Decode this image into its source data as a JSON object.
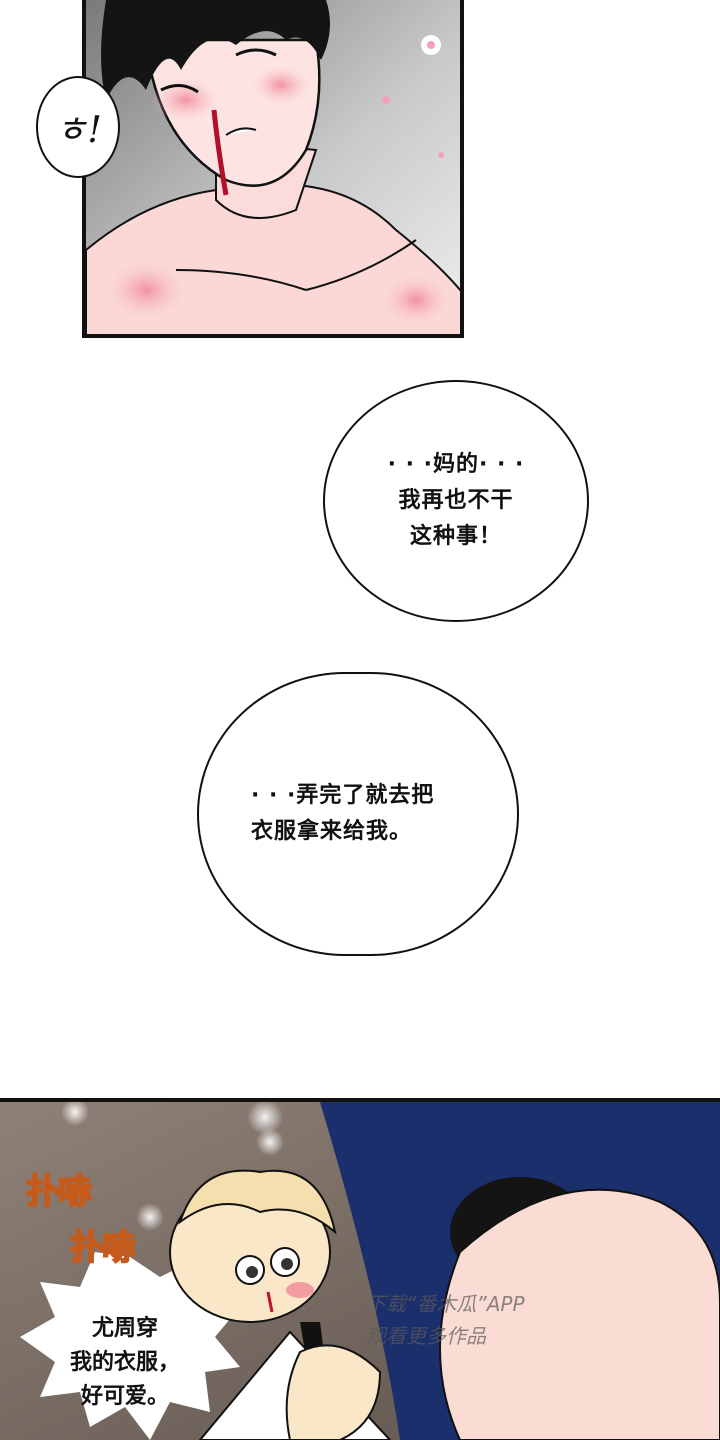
{
  "panel_top": {
    "sfx": "ㅎ!"
  },
  "bubbles": [
    {
      "lines": [
        "· · ·妈的· · ·",
        "我再也不干",
        "这种事！"
      ]
    },
    {
      "lines": [
        "· · ·弄完了就去把",
        "衣服拿来给我。"
      ]
    }
  ],
  "panel_bottom": {
    "sfx": [
      "扑哧",
      "扑哧"
    ],
    "burst_lines": [
      "尤周穿",
      "我的衣服，",
      "好可爱。"
    ],
    "watermark_lines": [
      "下载“番木瓜”APP",
      "观看更多作品"
    ]
  }
}
